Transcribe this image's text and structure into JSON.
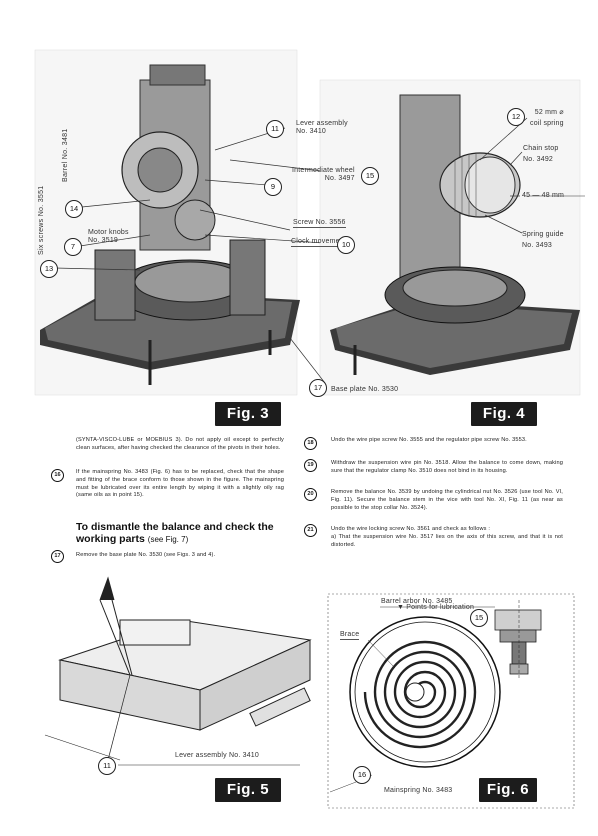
{
  "fig3": {
    "label": "Fig. 3",
    "vertical_labels": {
      "barrel": "Barrel No. 3481",
      "six_screws": "Six screws No. 3551"
    },
    "labels": {
      "lever_assembly": "Lever assembly\nNo. 3410",
      "intermediate_wheel": "Intermediate wheel\nNo. 3497",
      "screw": "Screw No. 3556",
      "clock_movement": "Clock movement",
      "motor_knobs": "Motor knobs\nNo. 3519"
    },
    "callouts": {
      "c11": "11",
      "c15": "15",
      "c9": "9",
      "c10": "10",
      "c14": "14",
      "c7": "7",
      "c13": "13"
    }
  },
  "fig4": {
    "label": "Fig. 4",
    "labels": {
      "coil_spring": "52 mm ⌀\ncoil spring",
      "chain_stop": "Chain stop\nNo. 3492",
      "length": "45 — 48 mm",
      "spring_guide": "Spring guide\nNo. 3493"
    },
    "callouts": {
      "c12": "12",
      "c17": "17"
    },
    "base_plate": "Base plate No. 3530"
  },
  "text_left": {
    "para_intro": "(SYNTA-VISCO-LUBE or MOEBIUS 3). Do not apply oil except to perfectly clean surfaces, after having checked the clearance of the pivots in their holes.",
    "step16_num": "16",
    "step16": "If the mainspring No. 3483 (Fig. 6) has to be replaced, check that the shape and fitting of the brace conform to those shown in the figure. The mainspring must be lubricated over its entire length by wiping it with a slightly oily rag (same oils as in point 15).",
    "heading": "To dismantle the balance and check the working parts",
    "heading_ref": "(see Fig. 7)",
    "step17_num": "17",
    "step17": "Remove the base plate No. 3530 (see Figs. 3 and 4)."
  },
  "text_right": {
    "step18_num": "18",
    "step18": "Undo the wire pipe screw No. 3555 and the regulator pipe screw No. 3553.",
    "step19_num": "19",
    "step19": "Withdraw the suspension wire pin No. 3518. Allow the balance to come down, making sure that the regulator clamp No. 3510 does not bind in its housing.",
    "step20_num": "20",
    "step20": "Remove the balance No. 3539 by undoing the cylindrical nut No. 3526 (use tool No. VI, Fig. 11). Secure the balance stem in the vice with tool No. XI, Fig. 11 (as near as possible to the stop collar No. 3524).",
    "step21_num": "21",
    "step21": "Undo the wire locking screw No. 3561 and check as follows :",
    "step21a": "a) That the suspension wire No. 3517 lies on the axis of this screw, and that it is not distorted."
  },
  "fig5": {
    "label": "Fig. 5",
    "callout": "11",
    "lever_label": "Lever assembly No. 3410"
  },
  "fig6": {
    "label": "Fig. 6",
    "barrel_arbor": "Barrel arbor No. 3485",
    "callout15": "15",
    "lubrication": "▼  Points for lubrication",
    "brace": "Brace",
    "callout16": "16",
    "mainspring": "Mainspring No. 3483"
  }
}
